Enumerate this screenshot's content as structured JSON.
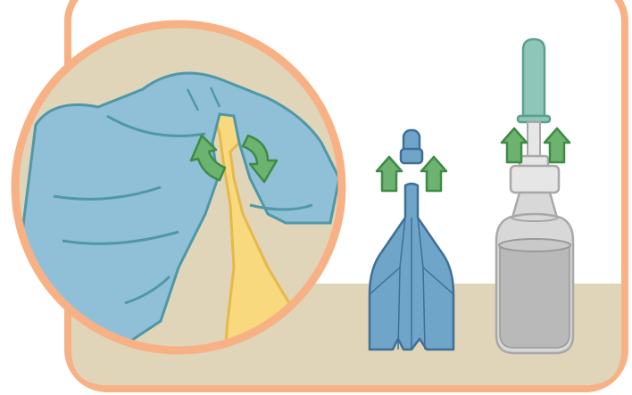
{
  "illustration": {
    "kind": "medical-instruction-diagram",
    "panels": [
      "magnified-twist-open-nozzle",
      "single-use-vial-cap-removed",
      "spray-bottle-cap-removed"
    ]
  },
  "colors": {
    "frame": "#f7b185",
    "background": "#ffffff",
    "shelf": "#e0d5b8",
    "glove": "#8fc0d7",
    "glove_outline": "#4f98a6",
    "nozzle": "#f9d97d",
    "nozzle_outline": "#e5b94a",
    "arrow": "#6bb36f",
    "arrow_outline": "#3f8a46",
    "vial": "#6fa5c9",
    "vial_outline": "#3f6f96",
    "bottle_glass": "#d8d8d8",
    "bottle_outline": "#a8a8a8",
    "bottle_liquid": "#b9b9b9",
    "dropper_teal": "#8ec6b9",
    "dropper_outline": "#5a9f8f"
  },
  "icons": {
    "twist": "rotate-arrows-icon",
    "lift": "up-arrow-icon"
  }
}
